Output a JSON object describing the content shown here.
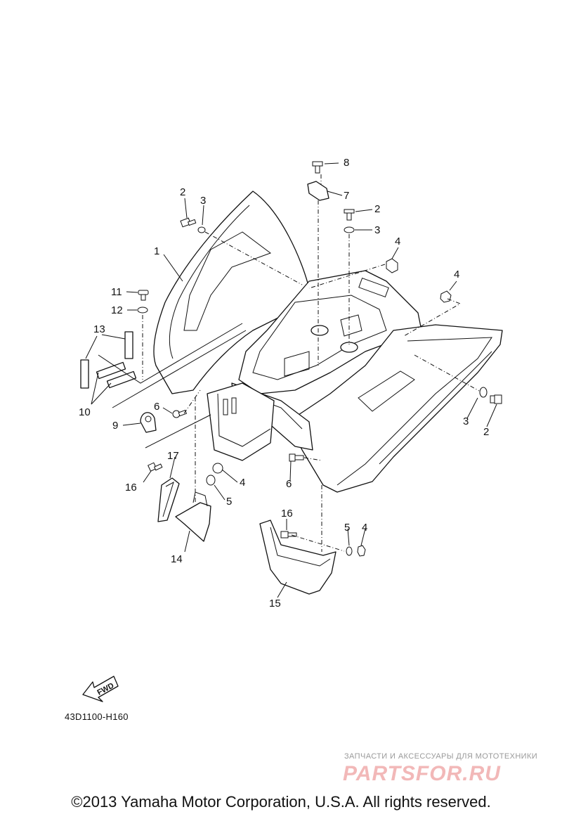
{
  "labels": {
    "l1": "1",
    "l2a": "2",
    "l2b": "2",
    "l2c": "2",
    "l3a": "3",
    "l3b": "3",
    "l3c": "3",
    "l4a": "4",
    "l4b": "4",
    "l4c": "4",
    "l4d": "4",
    "l5a": "5",
    "l5b": "5",
    "l6a": "6",
    "l6b": "6",
    "l7": "7",
    "l8": "8",
    "l9": "9",
    "l10": "10",
    "l11": "11",
    "l12": "12",
    "l13": "13",
    "l14": "14",
    "l15": "15",
    "l16a": "16",
    "l16b": "16",
    "l17": "17"
  },
  "fwd_label": "FWD",
  "ref_code": "43D1100-H160",
  "watermark": {
    "line1": "ЗАПЧАСТИ И АКСЕССУАРЫ ДЛЯ МОТОТЕХНИКИ",
    "line2": "PARTSFOR.RU"
  },
  "copyright": "©2013 Yamaha Motor Corporation, U.S.A. All rights reserved."
}
